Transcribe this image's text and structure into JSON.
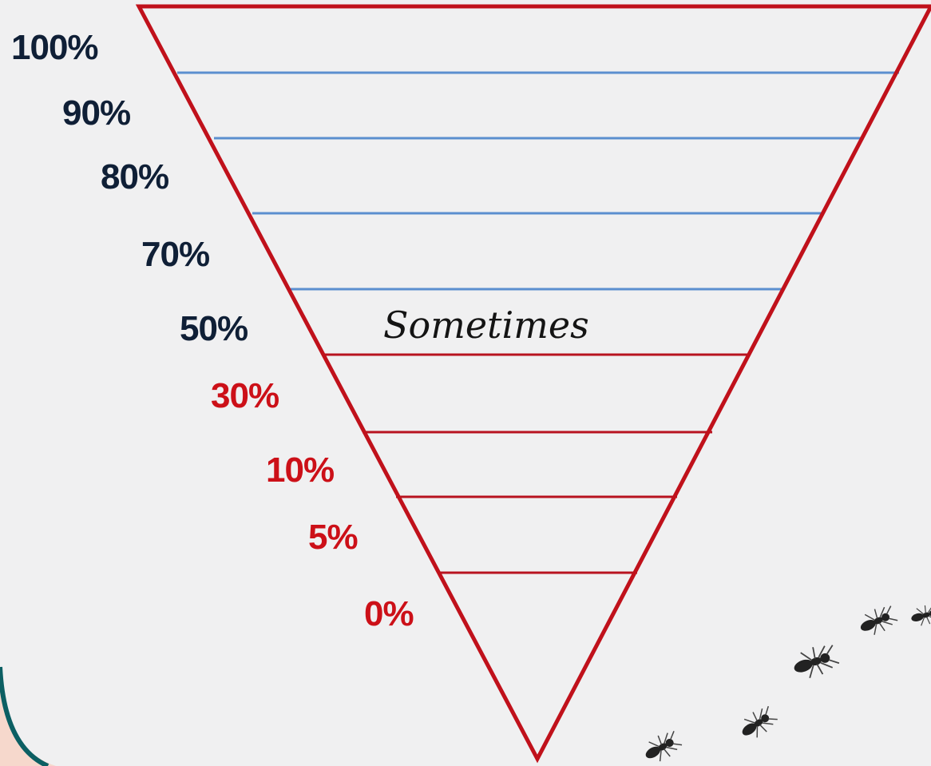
{
  "diagram": {
    "center_text": "Sometimes",
    "levels": [
      {
        "label": "100%",
        "tone": "dark"
      },
      {
        "label": "90%",
        "tone": "dark"
      },
      {
        "label": "80%",
        "tone": "dark"
      },
      {
        "label": "70%",
        "tone": "dark"
      },
      {
        "label": "50%",
        "tone": "dark"
      },
      {
        "label": "30%",
        "tone": "red"
      },
      {
        "label": "10%",
        "tone": "red"
      },
      {
        "label": "5%",
        "tone": "red"
      },
      {
        "label": "0%",
        "tone": "red"
      }
    ],
    "colors": {
      "background": "#f0f0f1",
      "triangle_outline": "#c0111b",
      "upper_band_line": "#5b8fcf",
      "lower_band_line": "#b81320",
      "dark_label": "#0f1f36",
      "red_label": "#cc1018",
      "center_text": "#141414"
    },
    "decorations": [
      "ant-icon",
      "ant-icon",
      "ant-icon",
      "ant-icon",
      "ant-icon"
    ]
  }
}
